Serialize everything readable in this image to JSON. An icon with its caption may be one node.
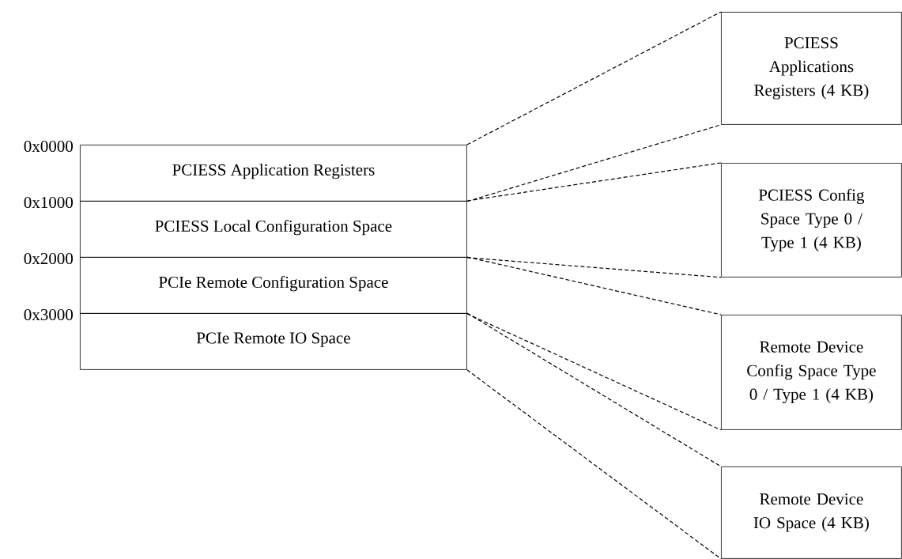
{
  "diagram": {
    "nodes": [
      {
        "text": [
          "PCIESS Application Registers"
        ]
      },
      {
        "text": [
          "PCIESS Local Configuration Space"
        ]
      },
      {
        "text": [
          "PCIe Remote Configuration Space"
        ]
      },
      {
        "text": [
          "PCIe Remote IO Space"
        ]
      },
      {
        "text": [
          "PCIESS Applications Registers (4 KB)"
        ]
      },
      {
        "text": [
          "PCIESS Config Space Type 0 / Type 1 (4 KB)"
        ]
      },
      {
        "text": [
          "Remote Device Config Space Type 0 / Type 1 (4 KB)"
        ]
      },
      {
        "text": [
          "Remote Device IO Space (4 KB)"
        ]
      }
    ],
    "edges": [
      {
        "from": 0,
        "to": 4,
        "arrow": "none",
        "style": "dashed"
      },
      {
        "from": 0,
        "to": 4,
        "arrow": "none",
        "style": "dashed"
      },
      {
        "from": 1,
        "to": 5,
        "arrow": "none",
        "style": "dashed"
      },
      {
        "from": 1,
        "to": 5,
        "arrow": "none",
        "style": "dashed"
      },
      {
        "from": 2,
        "to": 6,
        "arrow": "none",
        "style": "dashed"
      },
      {
        "from": 2,
        "to": 6,
        "arrow": "none",
        "style": "dashed"
      },
      {
        "from": 3,
        "to": 7,
        "arrow": "none",
        "style": "dashed"
      },
      {
        "from": 3,
        "to": 7,
        "arrow": "none",
        "style": "dashed"
      }
    ],
    "labels": [
      "0x0000",
      "0x1000",
      "0x2000",
      "0x3000"
    ]
  }
}
